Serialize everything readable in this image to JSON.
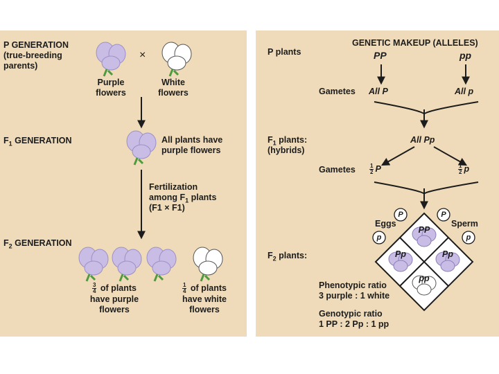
{
  "left": {
    "p_gen_title": "P GENERATION",
    "p_gen_sub1": "(true-breeding",
    "p_gen_sub2": "parents)",
    "cross_symbol": "×",
    "purple_label_1": "Purple",
    "purple_label_2": "flowers",
    "white_label_1": "White",
    "white_label_2": "flowers",
    "f1_prefix": "F",
    "f1_sub": "1",
    "f1_suffix": " GENERATION",
    "f1_desc_1": "All plants have",
    "f1_desc_2": "purple flowers",
    "fert_1": "Fertilization",
    "fert_2_prefix": "among F",
    "fert_2_sub": "1",
    "fert_2_suffix": " plants",
    "fert_3": "(F1 × F1)",
    "f2_prefix": "F",
    "f2_sub": "2",
    "f2_suffix": " GENERATION",
    "purple_frac_num": "3",
    "purple_frac_den": "4",
    "purple_frac_1": " of plants",
    "purple_frac_2": "have purple",
    "purple_frac_3": "flowers",
    "white_frac_num": "1",
    "white_frac_den": "4",
    "white_frac_1": " of plants",
    "white_frac_2": "have white",
    "white_frac_3": "flowers"
  },
  "right": {
    "header": "GENETIC MAKEUP (ALLELES)",
    "p_plants": "P plants",
    "pp_dom": "PP",
    "pp_rec": "pp",
    "gametes_label": "Gametes",
    "all_P": "All P",
    "all_p": "All p",
    "f1_plants_prefix": "F",
    "f1_plants_sub": "1",
    "f1_plants_suffix": " plants:",
    "hybrids": "(hybrids)",
    "all_Pp": "All Pp",
    "gametes_label_2": "Gametes",
    "half_num": "1",
    "half_den": "2",
    "gamete_P": "P",
    "gamete_p": "p",
    "eggs": "Eggs",
    "sperm": "Sperm",
    "f2_plants_prefix": "F",
    "f2_plants_sub": "2",
    "f2_plants_suffix": " plants:",
    "circle_P": "P",
    "circle_p": "p",
    "cell_PP": "PP",
    "cell_Pp_left": "Pp",
    "cell_Pp_right": "Pp",
    "cell_pp": "pp",
    "pheno_title": "Phenotypic ratio",
    "pheno_value": "3 purple : 1 white",
    "geno_title": "Genotypic ratio",
    "geno_value": "1 PP : 2 Pp : 1 pp"
  },
  "colors": {
    "panel_bg": "#efdbb9",
    "purple_flower": "#c9bde6",
    "white_flower": "#ffffff",
    "stem_green": "#4e9a3e"
  }
}
